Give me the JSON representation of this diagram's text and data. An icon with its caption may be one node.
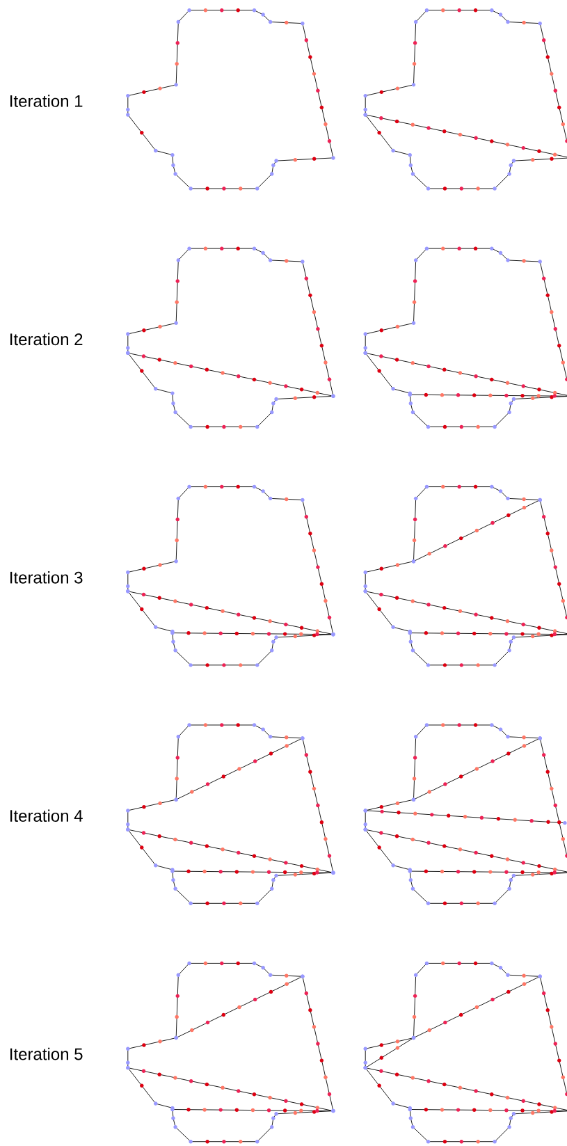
{
  "diagram": {
    "labels": [
      "Iteration 1",
      "Iteration 2",
      "Iteration 3",
      "Iteration 4",
      "Iteration 5"
    ]
  }
}
